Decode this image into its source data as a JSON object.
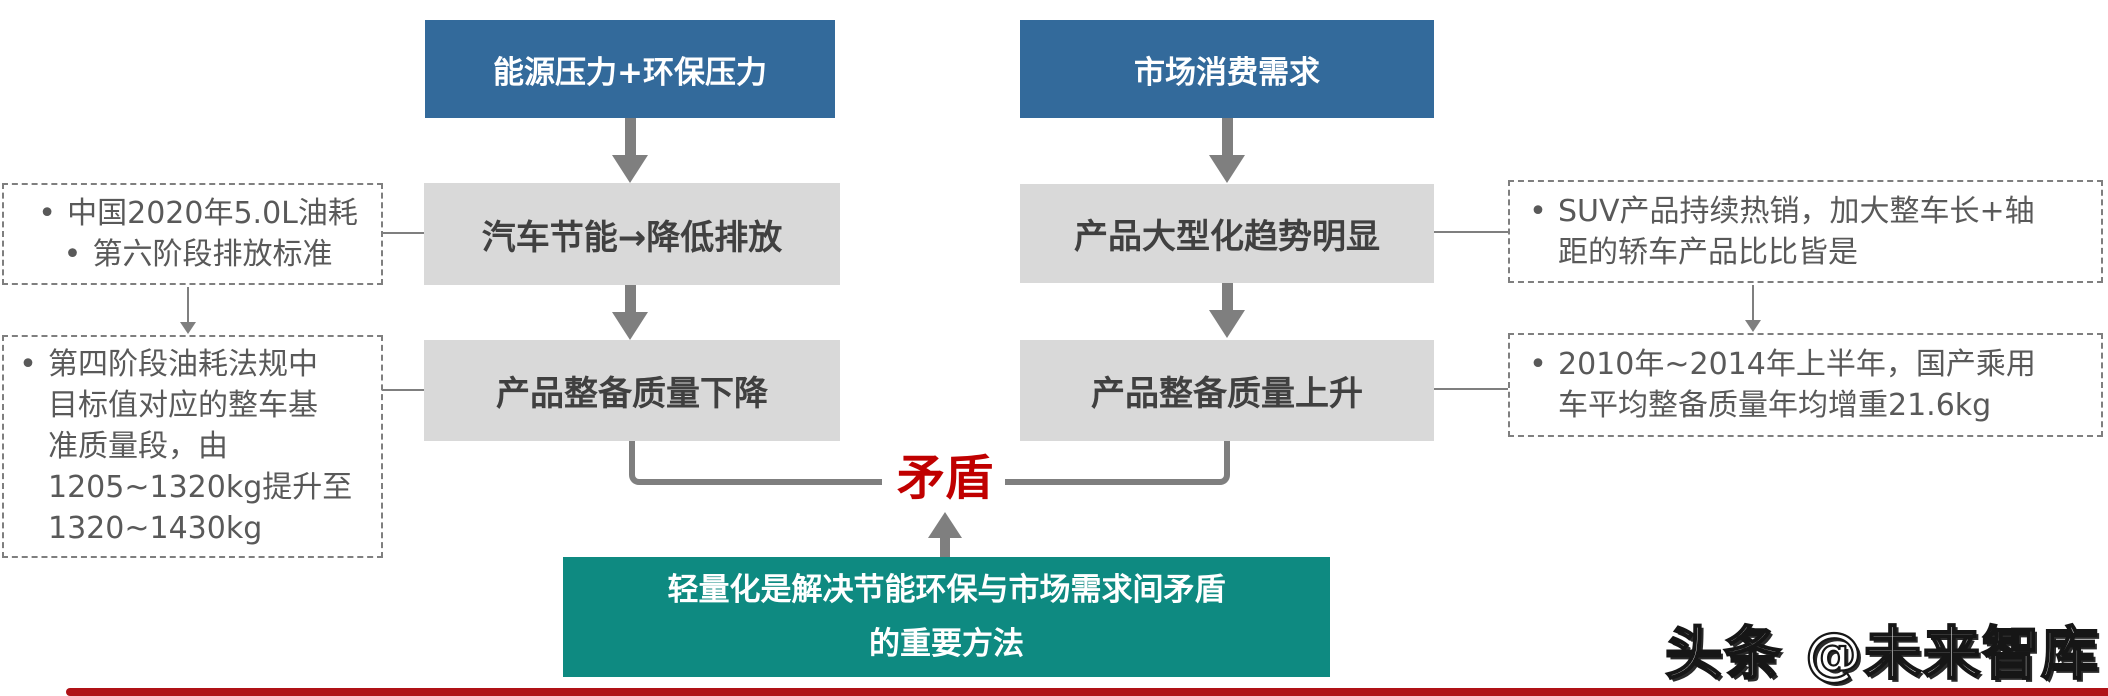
{
  "flow": {
    "left": {
      "source": "能源压力+环保压力",
      "step1": "汽车节能→降低排放",
      "step2": "产品整备质量下降"
    },
    "right": {
      "source": "市场消费需求",
      "step1": "产品大型化趋势明显",
      "step2": "产品整备质量上升"
    }
  },
  "notes": {
    "bullet": "•",
    "left1_line1": "中国2020年5.0L油耗",
    "left1_line2": "第六阶段排放标准",
    "left2": "第四阶段油耗法规中\n目标值对应的整车基\n准质量段，由\n1205~1320kg提升至\n1320~1430kg",
    "right1": "SUV产品持续热销，加大整车长+轴\n距的轿车产品比比皆是",
    "right2": "2010年~2014年上半年，国产乘用\n车平均整备质量年均增重21.6kg"
  },
  "conflict_label": "矛盾",
  "conclusion": {
    "line1": "轻量化是解决节能环保与市场需求间矛盾",
    "line2": "的重要方法"
  },
  "watermark": "头条 @未来智库",
  "colors": {
    "blue": "#336A9B",
    "gray_box": "#D9D9D9",
    "teal": "#0E8A81",
    "conflict_red": "#C00000",
    "arrow_gray": "#7F7F7F",
    "bottom_bar_red": "#B01217"
  }
}
